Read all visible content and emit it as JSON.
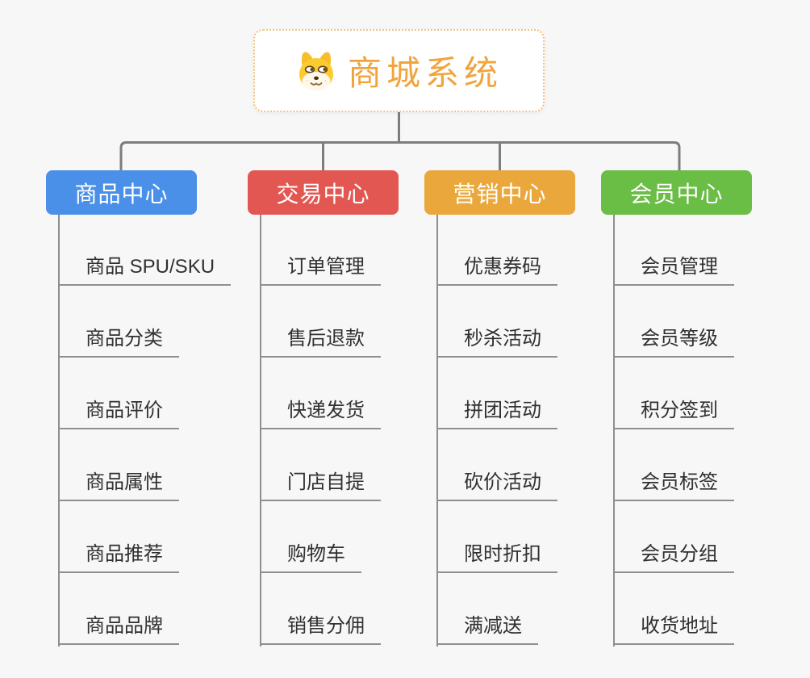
{
  "root": {
    "title": "商城系统",
    "icon": "dog-face-icon"
  },
  "branches": [
    {
      "label": "商品中心",
      "color": "#4a90e8",
      "children": [
        "商品 SPU/SKU",
        "商品分类",
        "商品评价",
        "商品属性",
        "商品推荐",
        "商品品牌"
      ]
    },
    {
      "label": "交易中心",
      "color": "#e25752",
      "children": [
        "订单管理",
        "售后退款",
        "快递发货",
        "门店自提",
        "购物车",
        "销售分佣"
      ]
    },
    {
      "label": "营销中心",
      "color": "#eaa83c",
      "children": [
        "优惠券码",
        "秒杀活动",
        "拼团活动",
        "砍价活动",
        "限时折扣",
        "满减送"
      ]
    },
    {
      "label": "会员中心",
      "color": "#6abd45",
      "children": [
        "会员管理",
        "会员等级",
        "积分签到",
        "会员标签",
        "会员分组",
        "收货地址"
      ]
    }
  ],
  "colors": {
    "background": "#f7f7f7",
    "connector": "#7d7d7d",
    "leaf_line": "#8f8f8f",
    "leaf_text": "#303030",
    "root_border": "#f5c077",
    "root_text": "#f2a43c",
    "dog_fur": "#fbcb2f",
    "dog_ear": "#f7bd2a",
    "dog_muzzle": "#fff8ea",
    "dog_outline": "#5d4016"
  }
}
